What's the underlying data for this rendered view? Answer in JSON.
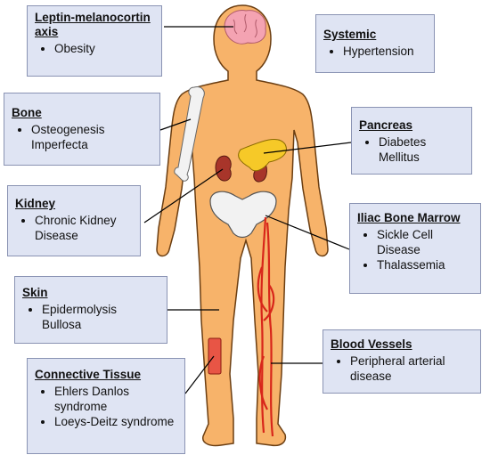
{
  "colors": {
    "box_fill": "#dfe4f3",
    "box_border": "#8a93b3",
    "skin": "#f7b36a",
    "skin_outline": "#6b3e12",
    "brain": "#f4a3b2",
    "kidney": "#a8352a",
    "pancreas": "#f6c928",
    "bone": "#f2f2f2",
    "vessel": "#d8261a",
    "skin_patch": "#e85545"
  },
  "labels": [
    {
      "id": "leptin",
      "title": "Leptin-melanocortin axis",
      "items": [
        "Obesity"
      ]
    },
    {
      "id": "systemic",
      "title": "Systemic",
      "items": [
        "Hypertension"
      ]
    },
    {
      "id": "bone",
      "title": "Bone",
      "items": [
        "Osteogenesis Imperfecta"
      ]
    },
    {
      "id": "pancreas",
      "title": "Pancreas",
      "items": [
        "Diabetes Mellitus"
      ]
    },
    {
      "id": "kidney",
      "title": "Kidney",
      "items": [
        "Chronic Kidney Disease"
      ]
    },
    {
      "id": "iliac",
      "title": "Iliac Bone Marrow",
      "items": [
        "Sickle Cell Disease",
        "Thalassemia"
      ]
    },
    {
      "id": "skin",
      "title": "Skin",
      "items": [
        "Epidermolysis Bullosa"
      ]
    },
    {
      "id": "blood",
      "title": "Blood Vessels",
      "items": [
        "Peripheral arterial disease"
      ]
    },
    {
      "id": "connective",
      "title": "Connective Tissue",
      "items": [
        "Ehlers Danlos syndrome",
        "Loeys-Deitz syndrome"
      ]
    }
  ]
}
